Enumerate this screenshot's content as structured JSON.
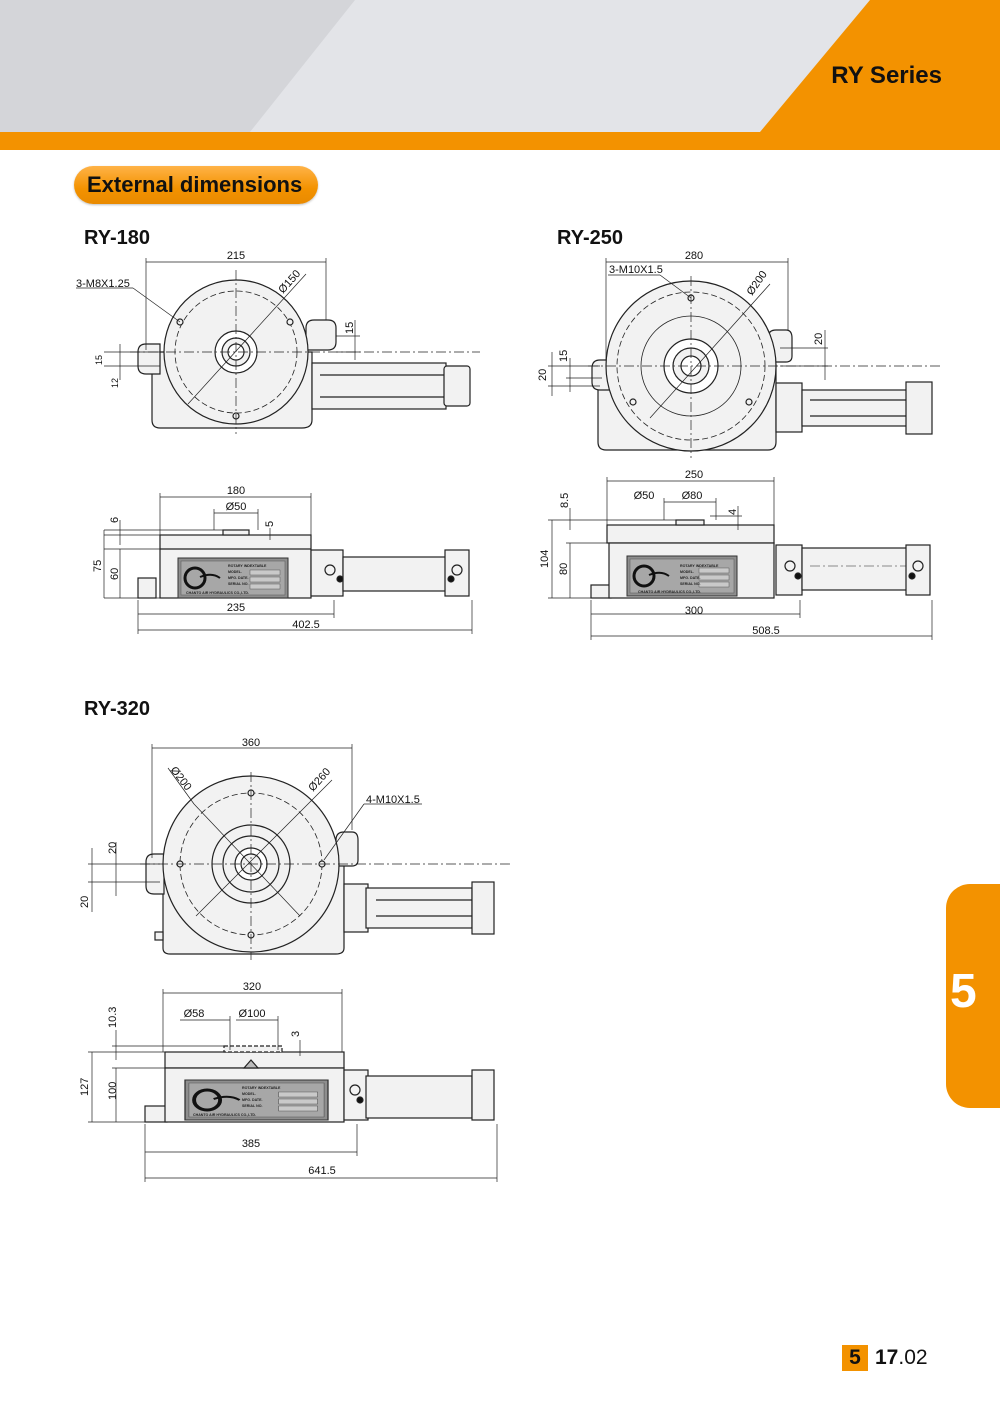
{
  "header": {
    "series": "RY Series",
    "accent": "#f39200",
    "band_grey": "#d4d5d9"
  },
  "section": {
    "title": "External dimensions"
  },
  "side_tab": {
    "label": "5"
  },
  "page_number": {
    "chapter": "5",
    "major": "17",
    "minor": ".02"
  },
  "nameplate": {
    "line1": "ROTARY INDEXTABLE",
    "line2": "MODEL.",
    "line3": "MFG. DATE.",
    "line4": "SERIAL NO.",
    "company": "CHANTO AIR HYDRAULICS CO.,LTD."
  },
  "models": {
    "ry180": {
      "name": "RY-180",
      "top": {
        "width": "215",
        "dia": "Ø150",
        "thread": "3-M8X1.25",
        "h15": "15",
        "l15": "15",
        "l12": "12"
      },
      "side": {
        "w180": "180",
        "d50": "Ø50",
        "d6": "6",
        "d5": "5",
        "h75": "75",
        "h60": "60",
        "w235": "235",
        "w402": "402.5"
      }
    },
    "ry250": {
      "name": "RY-250",
      "top": {
        "width": "280",
        "dia": "Ø200",
        "thread": "3-M10X1.5",
        "r20": "20",
        "l15": "15",
        "l20": "20"
      },
      "side": {
        "w250": "250",
        "d50": "Ø50",
        "d80": "Ø80",
        "d85": "8.5",
        "d4": "4",
        "h104": "104",
        "h80": "80",
        "w300": "300",
        "w508": "508.5"
      }
    },
    "ry320": {
      "name": "RY-320",
      "top": {
        "width": "360",
        "d200": "Ø200",
        "d260": "Ø260",
        "thread": "4-M10X1.5",
        "l20a": "20",
        "l20b": "20"
      },
      "side": {
        "w320": "320",
        "d58": "Ø58",
        "d100": "Ø100",
        "d103": "10.3",
        "d3": "3",
        "h127": "127",
        "h100": "100",
        "w385": "385",
        "w641": "641.5"
      }
    }
  }
}
